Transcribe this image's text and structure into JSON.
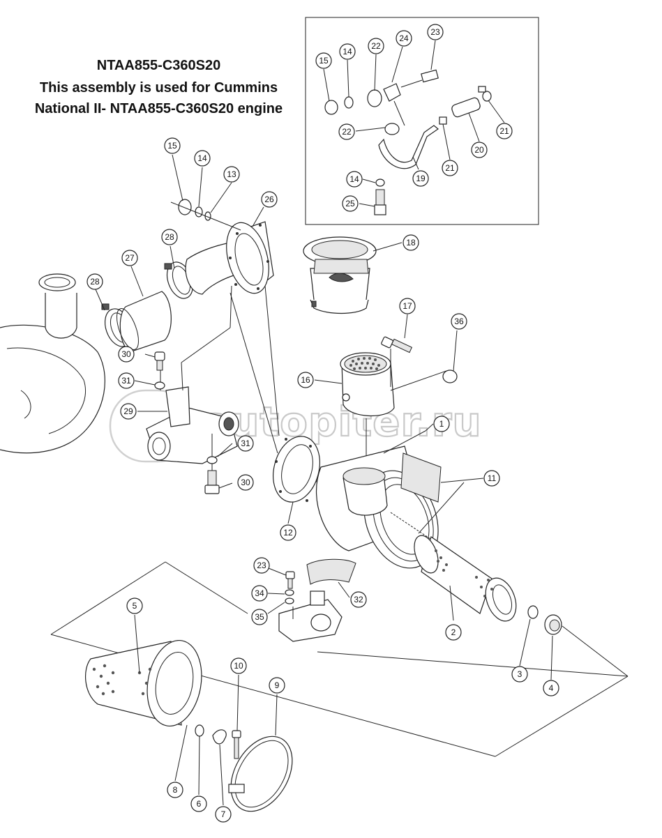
{
  "title": {
    "line1": "NTAA855-C360S20",
    "line2": "This assembly is used for Cummins",
    "line3": "National II- NTAA855-C360S20 engine"
  },
  "watermark": "autopiter.ru",
  "callouts": {
    "c1": "1",
    "c2": "2",
    "c3": "3",
    "c4": "4",
    "c5": "5",
    "c6": "6",
    "c7": "7",
    "c8": "8",
    "c9": "9",
    "c10": "10",
    "c11": "11",
    "c12": "12",
    "c13": "13",
    "c14": "14",
    "c15": "15",
    "c16": "16",
    "c17": "17",
    "c18": "18",
    "c23": "23",
    "c26": "26",
    "c27": "27",
    "c28a": "28",
    "c28b": "28",
    "c29": "29",
    "c30a": "30",
    "c30b": "30",
    "c31a": "31",
    "c31b": "31",
    "c32": "32",
    "c34": "34",
    "c35": "35",
    "c36": "36",
    "i15": "15",
    "i14a": "14",
    "i22a": "22",
    "i24": "24",
    "i23": "23",
    "i22b": "22",
    "i21a": "21",
    "i20": "20",
    "i21b": "21",
    "i19": "19",
    "i14b": "14",
    "i25": "25"
  },
  "colors": {
    "line": "#222222",
    "watermark": "#c9c9c9",
    "background": "#ffffff"
  }
}
